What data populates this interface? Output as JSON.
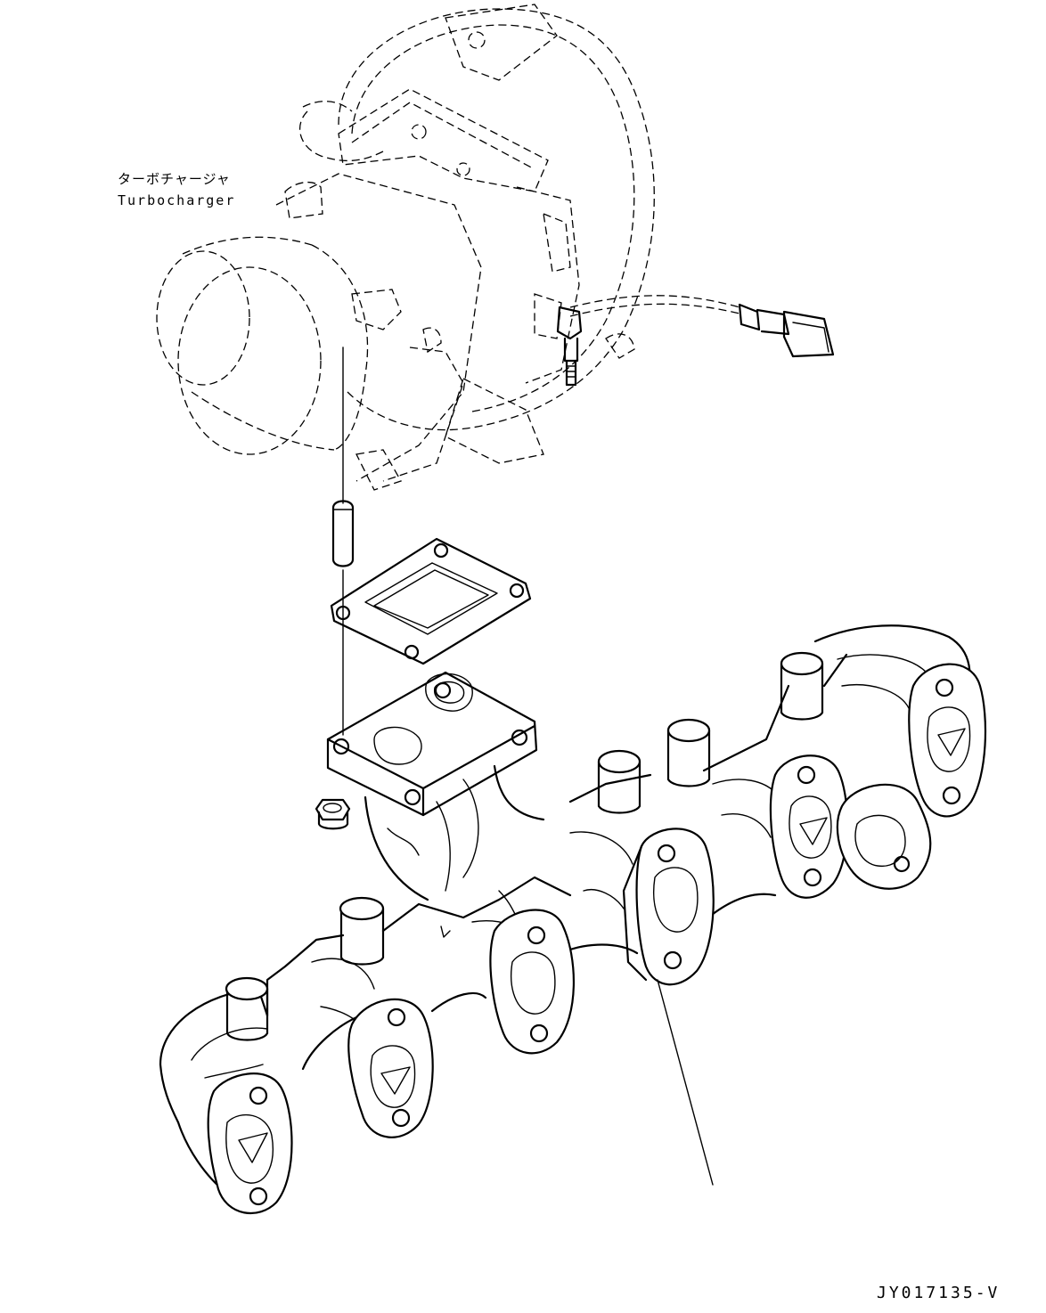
{
  "labels": {
    "part_name_ja": "ターボチャージャ",
    "part_name_en": "Turbocharger",
    "drawing_id": "JY017135-V"
  },
  "colors": {
    "line": "#000000",
    "background": "#ffffff"
  }
}
